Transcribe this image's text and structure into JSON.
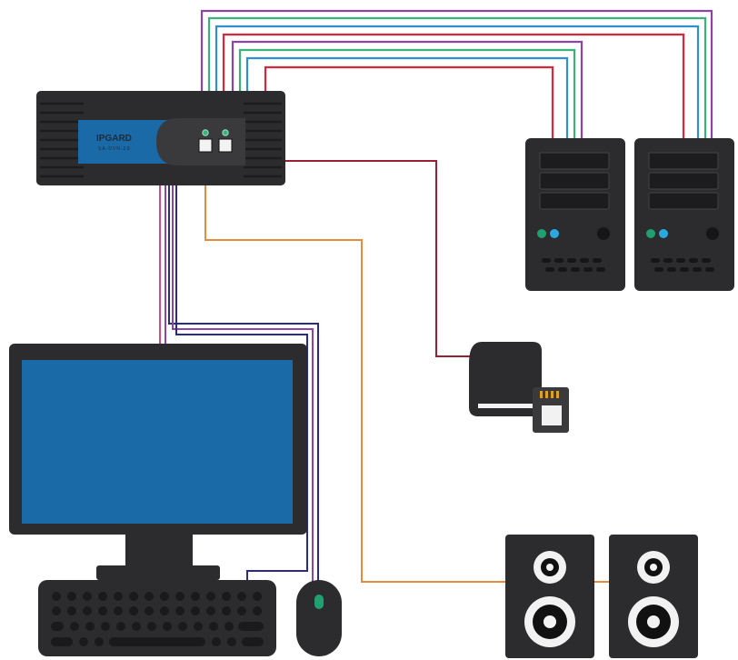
{
  "kvm": {
    "brand": "IPGARD",
    "model": "SA-DVN-2S"
  },
  "colors": {
    "device_body": "#2c2c2e",
    "device_dark": "#1f1f21",
    "screen_blue": "#1a6aa8",
    "cable_red": "#d8263a",
    "cable_blue": "#2f8fd0",
    "cable_green": "#3bb27a",
    "cable_purple": "#8c44a8",
    "cable_navy": "#2a2a8c",
    "cable_pink": "#d04a8a",
    "cable_maroon": "#9a2036",
    "cable_orange": "#e88a3c",
    "led_green": "#20a070",
    "led_blue": "#2aa8e0"
  },
  "devices": [
    {
      "id": "kvm-switch",
      "icon": "kvm-switch-icon"
    },
    {
      "id": "computer-1",
      "icon": "computer-tower-icon"
    },
    {
      "id": "computer-2",
      "icon": "computer-tower-icon"
    },
    {
      "id": "card-reader",
      "icon": "card-reader-icon"
    },
    {
      "id": "monitor",
      "icon": "monitor-icon"
    },
    {
      "id": "keyboard",
      "icon": "keyboard-icon"
    },
    {
      "id": "mouse",
      "icon": "mouse-icon"
    },
    {
      "id": "speaker-1",
      "icon": "speaker-icon"
    },
    {
      "id": "speaker-2",
      "icon": "speaker-icon"
    }
  ]
}
